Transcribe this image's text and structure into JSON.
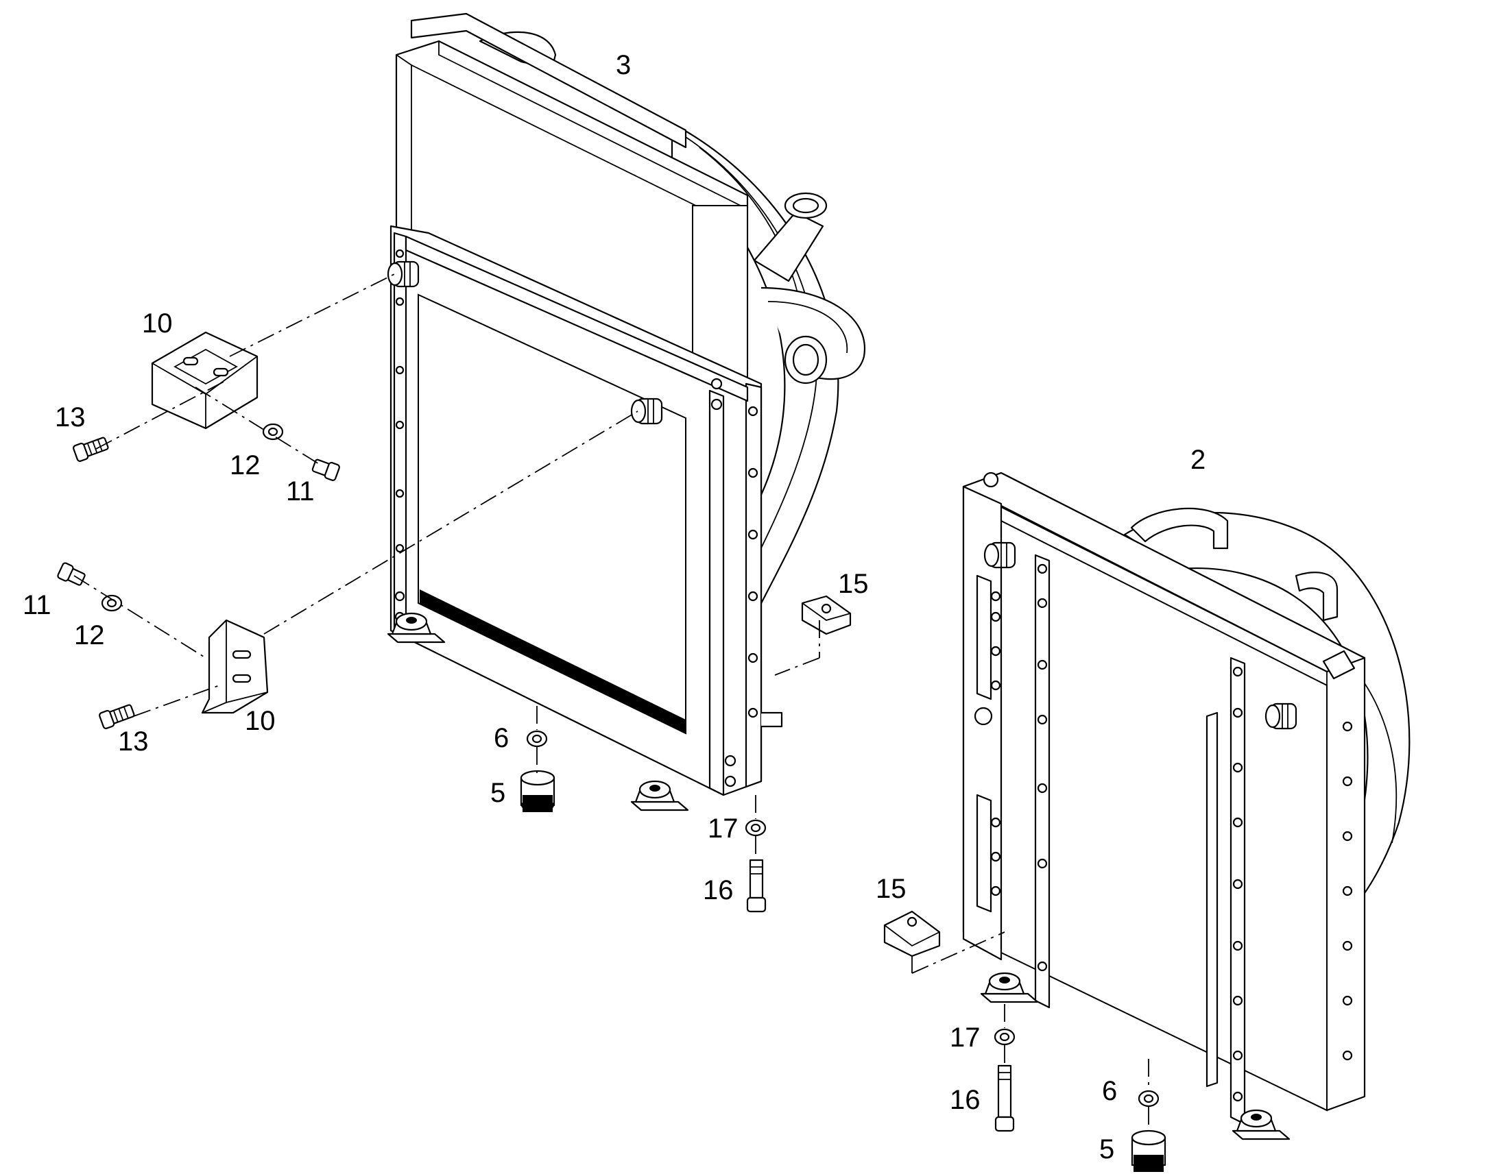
{
  "diagram": {
    "callouts": {
      "left_unit": "3",
      "right_unit": "2",
      "bracket_upper": "10",
      "bracket_lower": "10",
      "screw_upper": "13",
      "screw_lower": "13",
      "washer_upper": "12",
      "washer_lower": "12",
      "bolt_upper": "11",
      "bolt_lower": "11",
      "clip_left": "15",
      "clip_right": "15",
      "ring_left": "6",
      "ring_right": "6",
      "plug_left": "5",
      "plug_right": "5",
      "washer17_left": "17",
      "washer17_right": "17",
      "bolt16_left": "16",
      "bolt16_right": "16"
    }
  }
}
